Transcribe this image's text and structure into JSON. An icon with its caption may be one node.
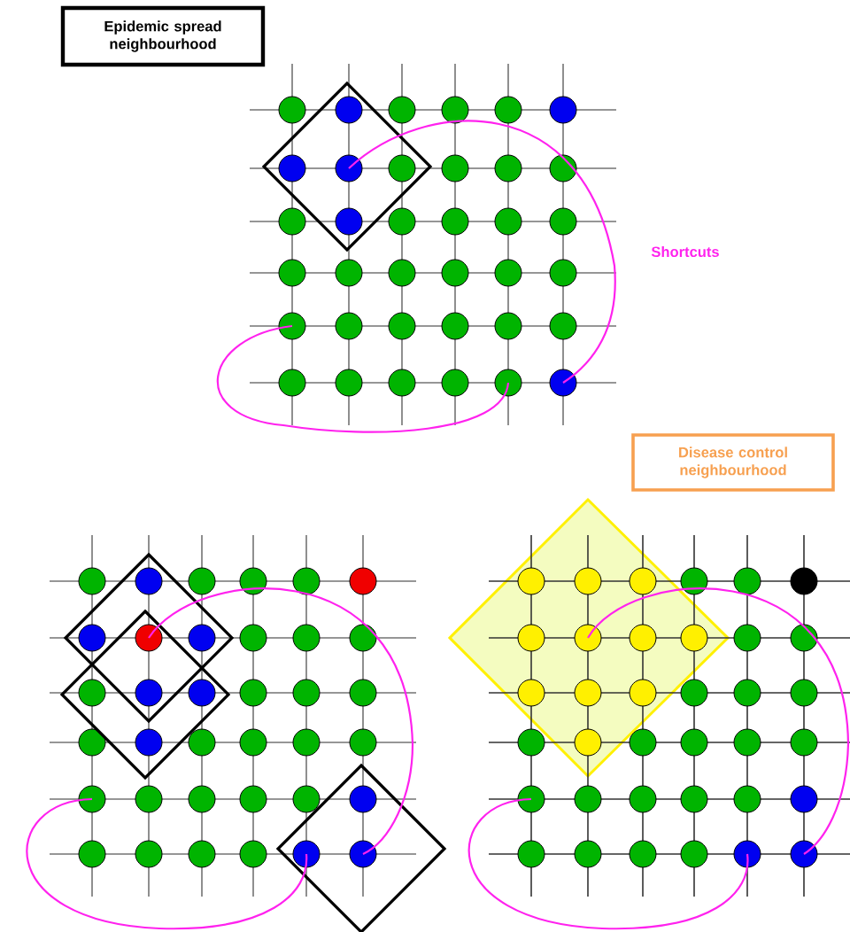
{
  "diagram": {
    "nodes": [
      {
        "text": [
          "Epidemic spread neighbourhood"
        ]
      },
      {
        "text": [
          "Disease control neighbourhood"
        ]
      }
    ],
    "labels": [
      "Shortcuts"
    ]
  }
}
